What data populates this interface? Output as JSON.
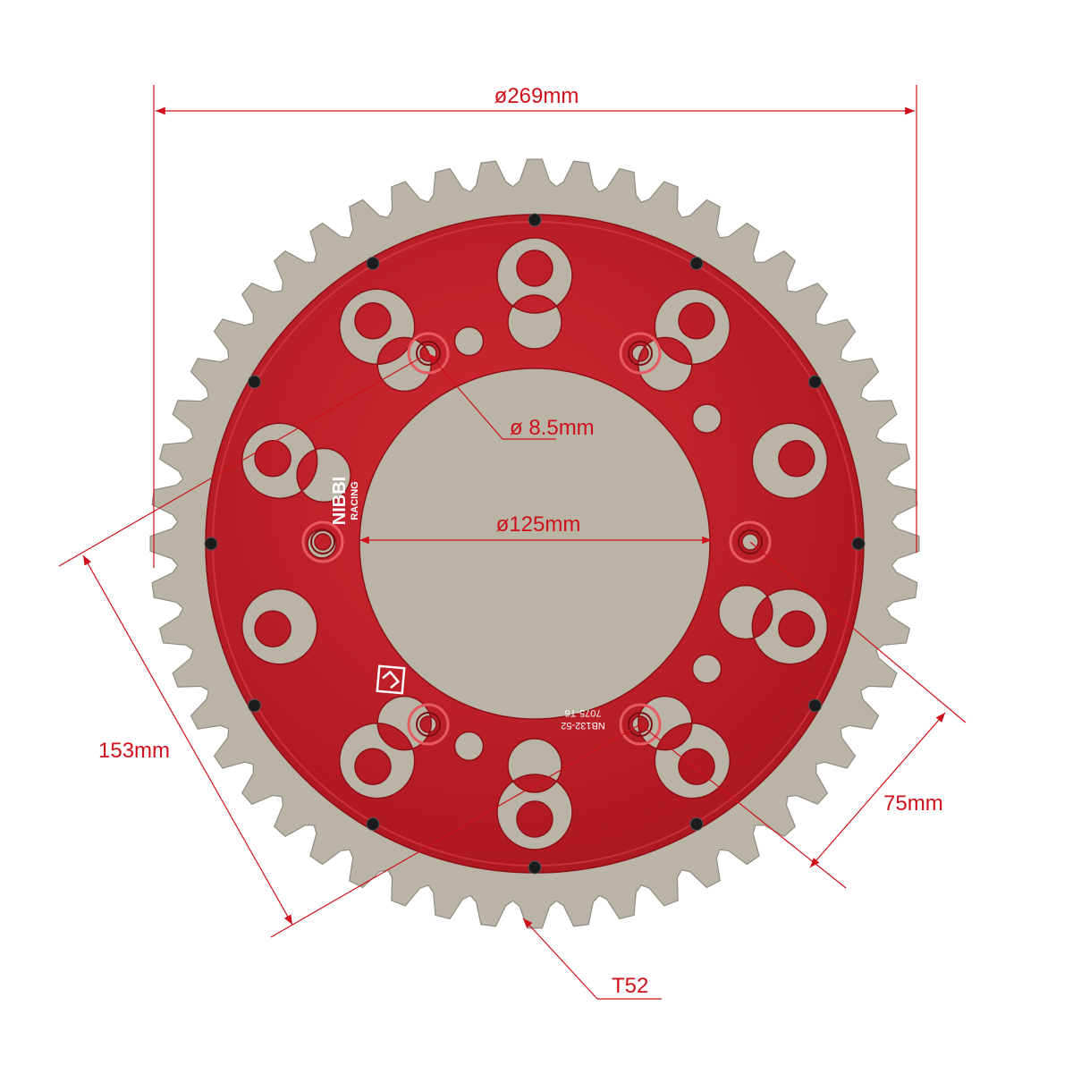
{
  "product": {
    "brand_line1": "NIBBI",
    "brand_line2": "RACING",
    "part_number": "NB132-52",
    "material": "7075-T6"
  },
  "dimensions": {
    "outer_diameter": "ø269mm",
    "center_bore": "ø125mm",
    "bolt_hole": "ø 8.5mm",
    "bolt_circle": "153mm",
    "bolt_spacing": "75mm",
    "teeth": "T52"
  },
  "colors": {
    "annotation": "#d0101a",
    "carrier": "#c2202a",
    "teeth_ring": "#b9b4a6",
    "background": "#ffffff"
  }
}
